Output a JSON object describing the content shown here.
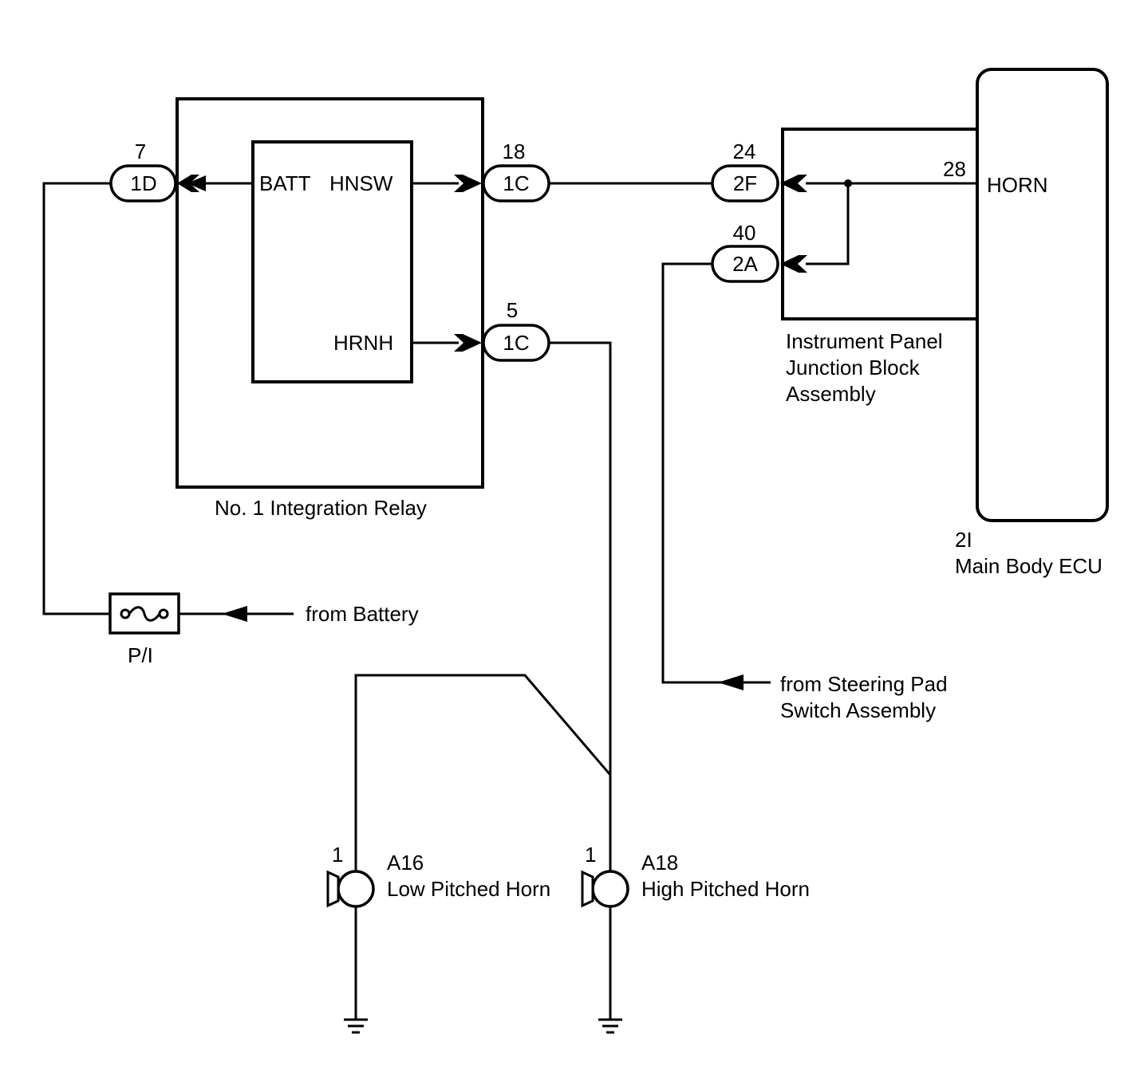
{
  "relay": {
    "name": "No. 1 Integration Relay",
    "pins": {
      "batt": "BATT",
      "hnsw": "HNSW",
      "hrnh": "HRNH"
    }
  },
  "connectors": {
    "c_1d": {
      "code": "1D",
      "pin": "7"
    },
    "c_1c_top": {
      "code": "1C",
      "pin": "18"
    },
    "c_1c_bottom": {
      "code": "1C",
      "pin": "5"
    },
    "c_2f": {
      "code": "2F",
      "pin": "24"
    },
    "c_2a": {
      "code": "2A",
      "pin": "40"
    }
  },
  "junction_block": {
    "line1": "Instrument Panel",
    "line2": "Junction Block",
    "line3": "Assembly"
  },
  "ecu": {
    "pin_number": "28",
    "pin_name": "HORN",
    "code": "2I",
    "name": "Main Body ECU"
  },
  "fuse": {
    "name": "P/I"
  },
  "sources": {
    "battery": "from Battery",
    "steering_line1": "from Steering Pad",
    "steering_line2": "Switch Assembly"
  },
  "horns": {
    "low": {
      "pin": "1",
      "code": "A16",
      "name": "Low Pitched Horn"
    },
    "high": {
      "pin": "1",
      "code": "A18",
      "name": "High Pitched Horn"
    }
  }
}
